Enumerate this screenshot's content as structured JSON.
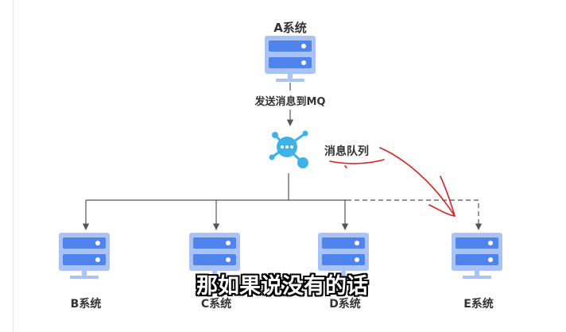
{
  "diagram": {
    "system_a": "A系统",
    "send_label": "发送消息到MQ",
    "queue_label": "消息队列",
    "system_b": "B系统",
    "system_c": "C系统",
    "system_d": "D系统",
    "system_e": "E系统"
  },
  "subtitle": "那如果说没有的话",
  "colors": {
    "server_fill": "#a9c3f7",
    "server_slot": "#4f84ec",
    "mq_icon": "#3db2e6",
    "connector": "#555555",
    "annotation": "#e02020"
  }
}
